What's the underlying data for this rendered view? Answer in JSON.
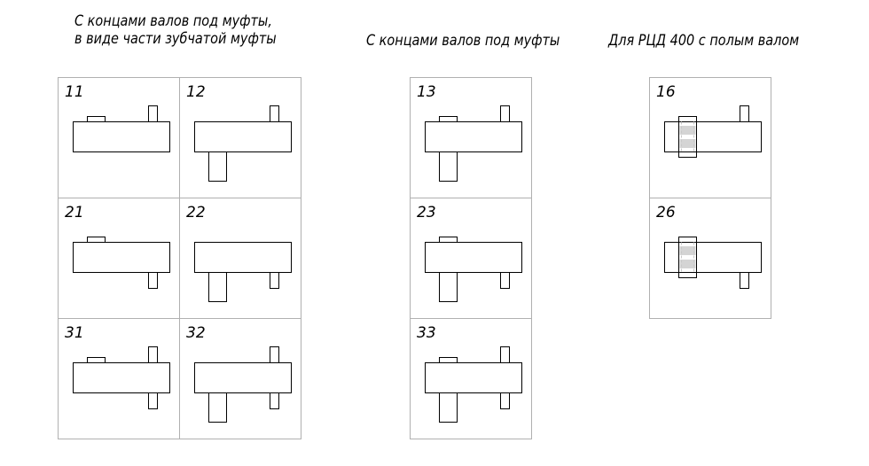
{
  "headings": {
    "group1": [
      "С концами валов под муфты,",
      "в виде части зубчатой муфты"
    ],
    "group2": "С концами валов под муфты",
    "group3": "Для РЦД 400 с полым валом"
  },
  "cells": [
    {
      "id": "11",
      "label": "11",
      "shafts": {
        "top_left": true,
        "top_right": true,
        "bottom_left": false,
        "bottom_right": false
      },
      "hollow": false
    },
    {
      "id": "12",
      "label": "12",
      "shafts": {
        "top_left": false,
        "top_right": true,
        "bottom_left": true,
        "bottom_right": false
      },
      "hollow": false
    },
    {
      "id": "21",
      "label": "21",
      "shafts": {
        "top_left": true,
        "top_right": false,
        "bottom_left": false,
        "bottom_right": true
      },
      "hollow": false
    },
    {
      "id": "22",
      "label": "22",
      "shafts": {
        "top_left": false,
        "top_right": false,
        "bottom_left": true,
        "bottom_right": true
      },
      "hollow": false
    },
    {
      "id": "31",
      "label": "31",
      "shafts": {
        "top_left": true,
        "top_right": true,
        "bottom_left": false,
        "bottom_right": true
      },
      "hollow": false
    },
    {
      "id": "32",
      "label": "32",
      "shafts": {
        "top_left": false,
        "top_right": true,
        "bottom_left": true,
        "bottom_right": true
      },
      "hollow": false
    },
    {
      "id": "13",
      "label": "13",
      "shafts": {
        "top_left": true,
        "top_right": true,
        "bottom_left": true,
        "bottom_right": false
      },
      "hollow": false
    },
    {
      "id": "23",
      "label": "23",
      "shafts": {
        "top_left": true,
        "top_right": false,
        "bottom_left": true,
        "bottom_right": true
      },
      "hollow": false
    },
    {
      "id": "33",
      "label": "33",
      "shafts": {
        "top_left": true,
        "top_right": true,
        "bottom_left": true,
        "bottom_right": true
      },
      "hollow": false
    },
    {
      "id": "16",
      "label": "16",
      "shafts": {
        "top_left": false,
        "top_right": true,
        "bottom_left": false,
        "bottom_right": false
      },
      "hollow": true
    },
    {
      "id": "26",
      "label": "26",
      "shafts": {
        "top_left": false,
        "top_right": false,
        "bottom_left": false,
        "bottom_right": true
      },
      "hollow": true
    }
  ],
  "colors": {
    "line": "#000000",
    "frame": "#b0b0b0",
    "hatch": "#d4d4d4"
  }
}
